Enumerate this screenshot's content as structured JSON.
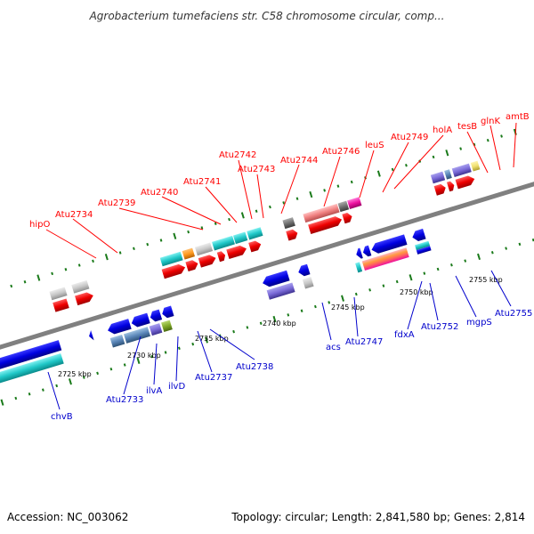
{
  "title": "Agrobacterium tumefaciens str. C58 chromosome circular, comp...",
  "footer": {
    "accession": "Accession: NC_003062",
    "summary": "Topology: circular; Length: 2,841,580 bp; Genes: 2,814"
  },
  "colors": {
    "top_labels": "#ff0000",
    "bottom_labels": "#0000cc",
    "backbone": "#808080",
    "ticks": "#1a7a1a"
  },
  "scale_labels": [
    "2725 kbp",
    "2730 kbp",
    "2735 kbp",
    "2740 kbp",
    "2745 kbp",
    "2750 kbp",
    "2755 kbp"
  ],
  "genes_top": [
    "hipO",
    "Atu2734",
    "Atu2739",
    "Atu2740",
    "Atu2741",
    "Atu2742",
    "Atu2743",
    "Atu2744",
    "Atu2746",
    "leuS",
    "Atu2749",
    "holA",
    "tesB",
    "glnK",
    "amtB"
  ],
  "genes_bottom": [
    "chvB",
    "Atu2733",
    "ilvA",
    "ilvD",
    "Atu2737",
    "Atu2738",
    "acs",
    "Atu2747",
    "fdxA",
    "Atu2752",
    "mgpS",
    "Atu2755"
  ]
}
